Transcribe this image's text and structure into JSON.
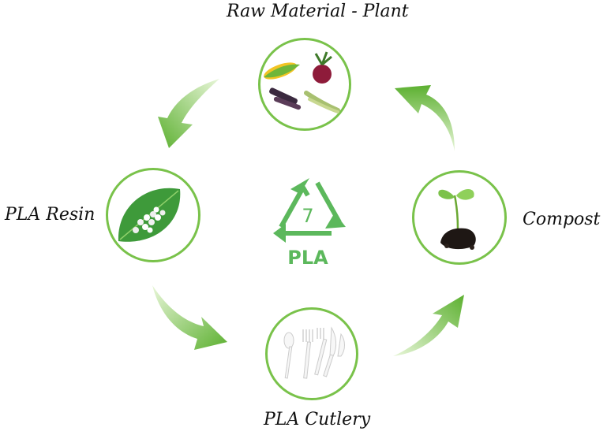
{
  "diagram": {
    "center_symbol": {
      "number": "7",
      "text": "PLA"
    },
    "nodes": [
      {
        "id": "raw-material",
        "label": "Raw Material - Plant"
      },
      {
        "id": "compost",
        "label": "Compost"
      },
      {
        "id": "cutlery",
        "label": "PLA Cutlery"
      },
      {
        "id": "resin",
        "label": "PLA Resin"
      }
    ],
    "flow": [
      "raw-material",
      "resin",
      "cutlery",
      "compost",
      "raw-material"
    ]
  },
  "colors": {
    "green": "#7cc24a",
    "dark_green": "#4f9a2e",
    "symbol_green": "#5cb85c"
  },
  "icons": [
    "corn-icon",
    "beet-icon",
    "sugarcane-icon",
    "wheat-icon",
    "leaf-icon",
    "resin-pellets-icon",
    "spoon-icon",
    "fork-icon",
    "knife-icon",
    "seedling-icon",
    "soil-icon",
    "recycle-arrows-icon"
  ]
}
